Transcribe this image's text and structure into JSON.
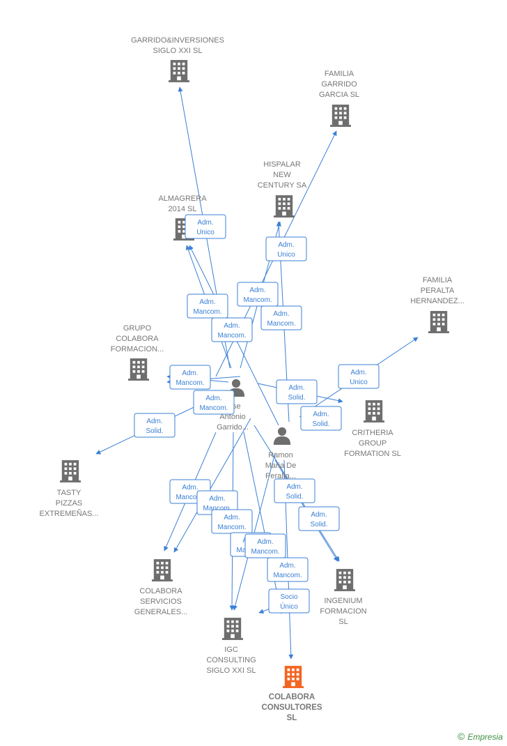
{
  "colors": {
    "edge": "#3a7fd5",
    "company_icon": "#6e6e6e",
    "main_company_icon": "#f26522",
    "person_icon": "#6e6e6e",
    "label_text": "#777777",
    "brand": "#3e8e41"
  },
  "nodes": [
    {
      "id": "garrido_inversiones",
      "kind": "company",
      "icon": "building-icon",
      "lines": [
        "GARRIDO&INVERSIONES",
        "SIGLO XXI  SL"
      ]
    },
    {
      "id": "familia_garrido",
      "kind": "company",
      "icon": "building-icon",
      "lines": [
        "FAMILIA",
        "GARRIDO",
        "GARCIA  SL"
      ]
    },
    {
      "id": "hispalar",
      "kind": "company",
      "icon": "building-icon",
      "lines": [
        "HISPALAR",
        "NEW",
        "CENTURY SA"
      ]
    },
    {
      "id": "almagrera",
      "kind": "company",
      "icon": "building-icon",
      "lines": [
        "ALMAGRERA",
        "2014  SL"
      ]
    },
    {
      "id": "familia_peralta",
      "kind": "company",
      "icon": "building-icon",
      "lines": [
        "FAMILIA",
        "PERALTA",
        "HERNANDEZ..."
      ]
    },
    {
      "id": "grupo_colabora",
      "kind": "company",
      "icon": "building-icon",
      "lines": [
        "GRUPO",
        "COLABORA",
        "FORMACION..."
      ]
    },
    {
      "id": "jose_antonio",
      "kind": "person",
      "icon": "person-icon",
      "lines": [
        "Jose",
        "Antonio",
        "Garrido..."
      ]
    },
    {
      "id": "ramon_maria",
      "kind": "person",
      "icon": "person-icon",
      "lines": [
        "Ramon",
        "Maria De",
        "Peralta..."
      ]
    },
    {
      "id": "critheria",
      "kind": "company",
      "icon": "building-icon",
      "lines": [
        "CRITHERIA",
        "GROUP",
        "FORMATION SL"
      ]
    },
    {
      "id": "tasty",
      "kind": "company",
      "icon": "building-icon",
      "lines": [
        "TASTY",
        "PIZZAS",
        "EXTREMEÑAS..."
      ]
    },
    {
      "id": "colabora_servicios",
      "kind": "company",
      "icon": "building-icon",
      "lines": [
        "COLABORA",
        "SERVICIOS",
        "GENERALES..."
      ]
    },
    {
      "id": "ingenium",
      "kind": "company",
      "icon": "building-icon",
      "lines": [
        "INGENIUM",
        "FORMACION",
        "SL"
      ]
    },
    {
      "id": "igc",
      "kind": "company",
      "icon": "building-icon",
      "lines": [
        "IGC",
        "CONSULTING",
        "SIGLO XXI  SL"
      ]
    },
    {
      "id": "colabora_consultores",
      "kind": "main",
      "icon": "building-icon",
      "lines": [
        "COLABORA",
        "CONSULTORES",
        "SL"
      ]
    }
  ],
  "edge_labels": [
    [
      "Adm.",
      "Unico"
    ],
    [
      "Adm.",
      "Unico"
    ],
    [
      "Adm.",
      "Mancom."
    ],
    [
      "Adm.",
      "Mancom."
    ],
    [
      "Adm.",
      "Mancom."
    ],
    [
      "Adm.",
      "Mancom."
    ],
    [
      "Adm.",
      "Mancom."
    ],
    [
      "Adm.",
      "Mancom."
    ],
    [
      "Adm.",
      "Solid."
    ],
    [
      "Adm.",
      "Unico"
    ],
    [
      "Adm.",
      "Solid."
    ],
    [
      "Adm.",
      "Solid."
    ],
    [
      "Adm.",
      "Mancom."
    ],
    [
      "Adm.",
      "Mancom."
    ],
    [
      "Adm.",
      "Mancom."
    ],
    [
      "Adm.",
      "Mancom."
    ],
    [
      "Adm.",
      "Solid."
    ],
    [
      "Adm.",
      "Solid."
    ],
    [
      "Adm.",
      "Mancom."
    ],
    [
      "Adm.",
      "Mancom."
    ],
    [
      "Socio",
      "Único"
    ]
  ],
  "footer": {
    "copyright": "©",
    "brand": "Empresia"
  }
}
